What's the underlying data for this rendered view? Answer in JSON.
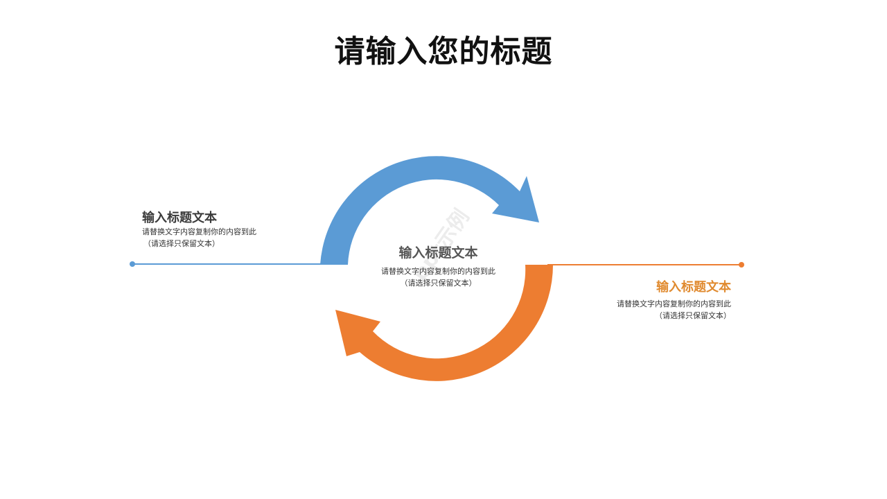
{
  "title": "请输入您的标题",
  "colors": {
    "blue": "#5b9bd5",
    "orange": "#ed7d31"
  },
  "left": {
    "heading": "输入标题文本",
    "body_line1": "请替换文字内容复制你的内容到此",
    "body_line2": "（请选择只保留文本）"
  },
  "center": {
    "heading": "输入标题文本",
    "body_line1": "请替换文字内容复制你的内容到此",
    "body_line2": "（请选择只保留文本）"
  },
  "right": {
    "heading": "输入标题文本",
    "body_line1": "请替换文字内容复制你的内容到此",
    "body_line2": "（请选择只保留文本）"
  }
}
